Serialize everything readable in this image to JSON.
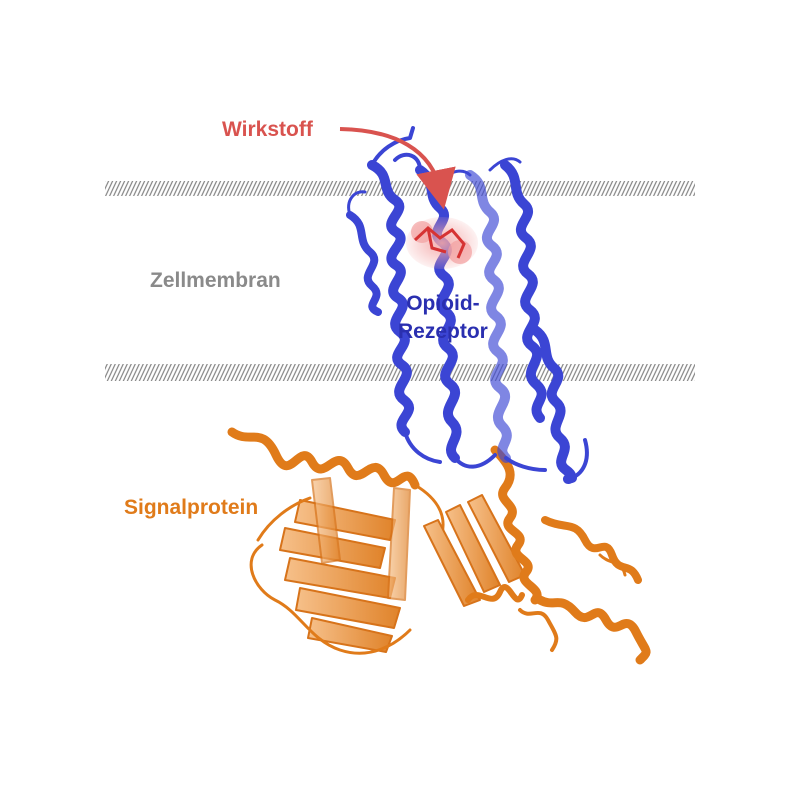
{
  "labels": {
    "drug": "Wirkstoff",
    "membrane": "Zellmembran",
    "receptor_line1": "Opioid-",
    "receptor_line2": "Rezeptor",
    "signal_protein": "Signalprotein"
  },
  "colors": {
    "drug": "#d9534f",
    "membrane": "#8a8a8a",
    "receptor": "#2a2fb0",
    "receptor_fill": "#3b45d4",
    "signal_protein": "#e07b1a",
    "signal_fill": "#f09a3e",
    "background": "#ffffff"
  }
}
